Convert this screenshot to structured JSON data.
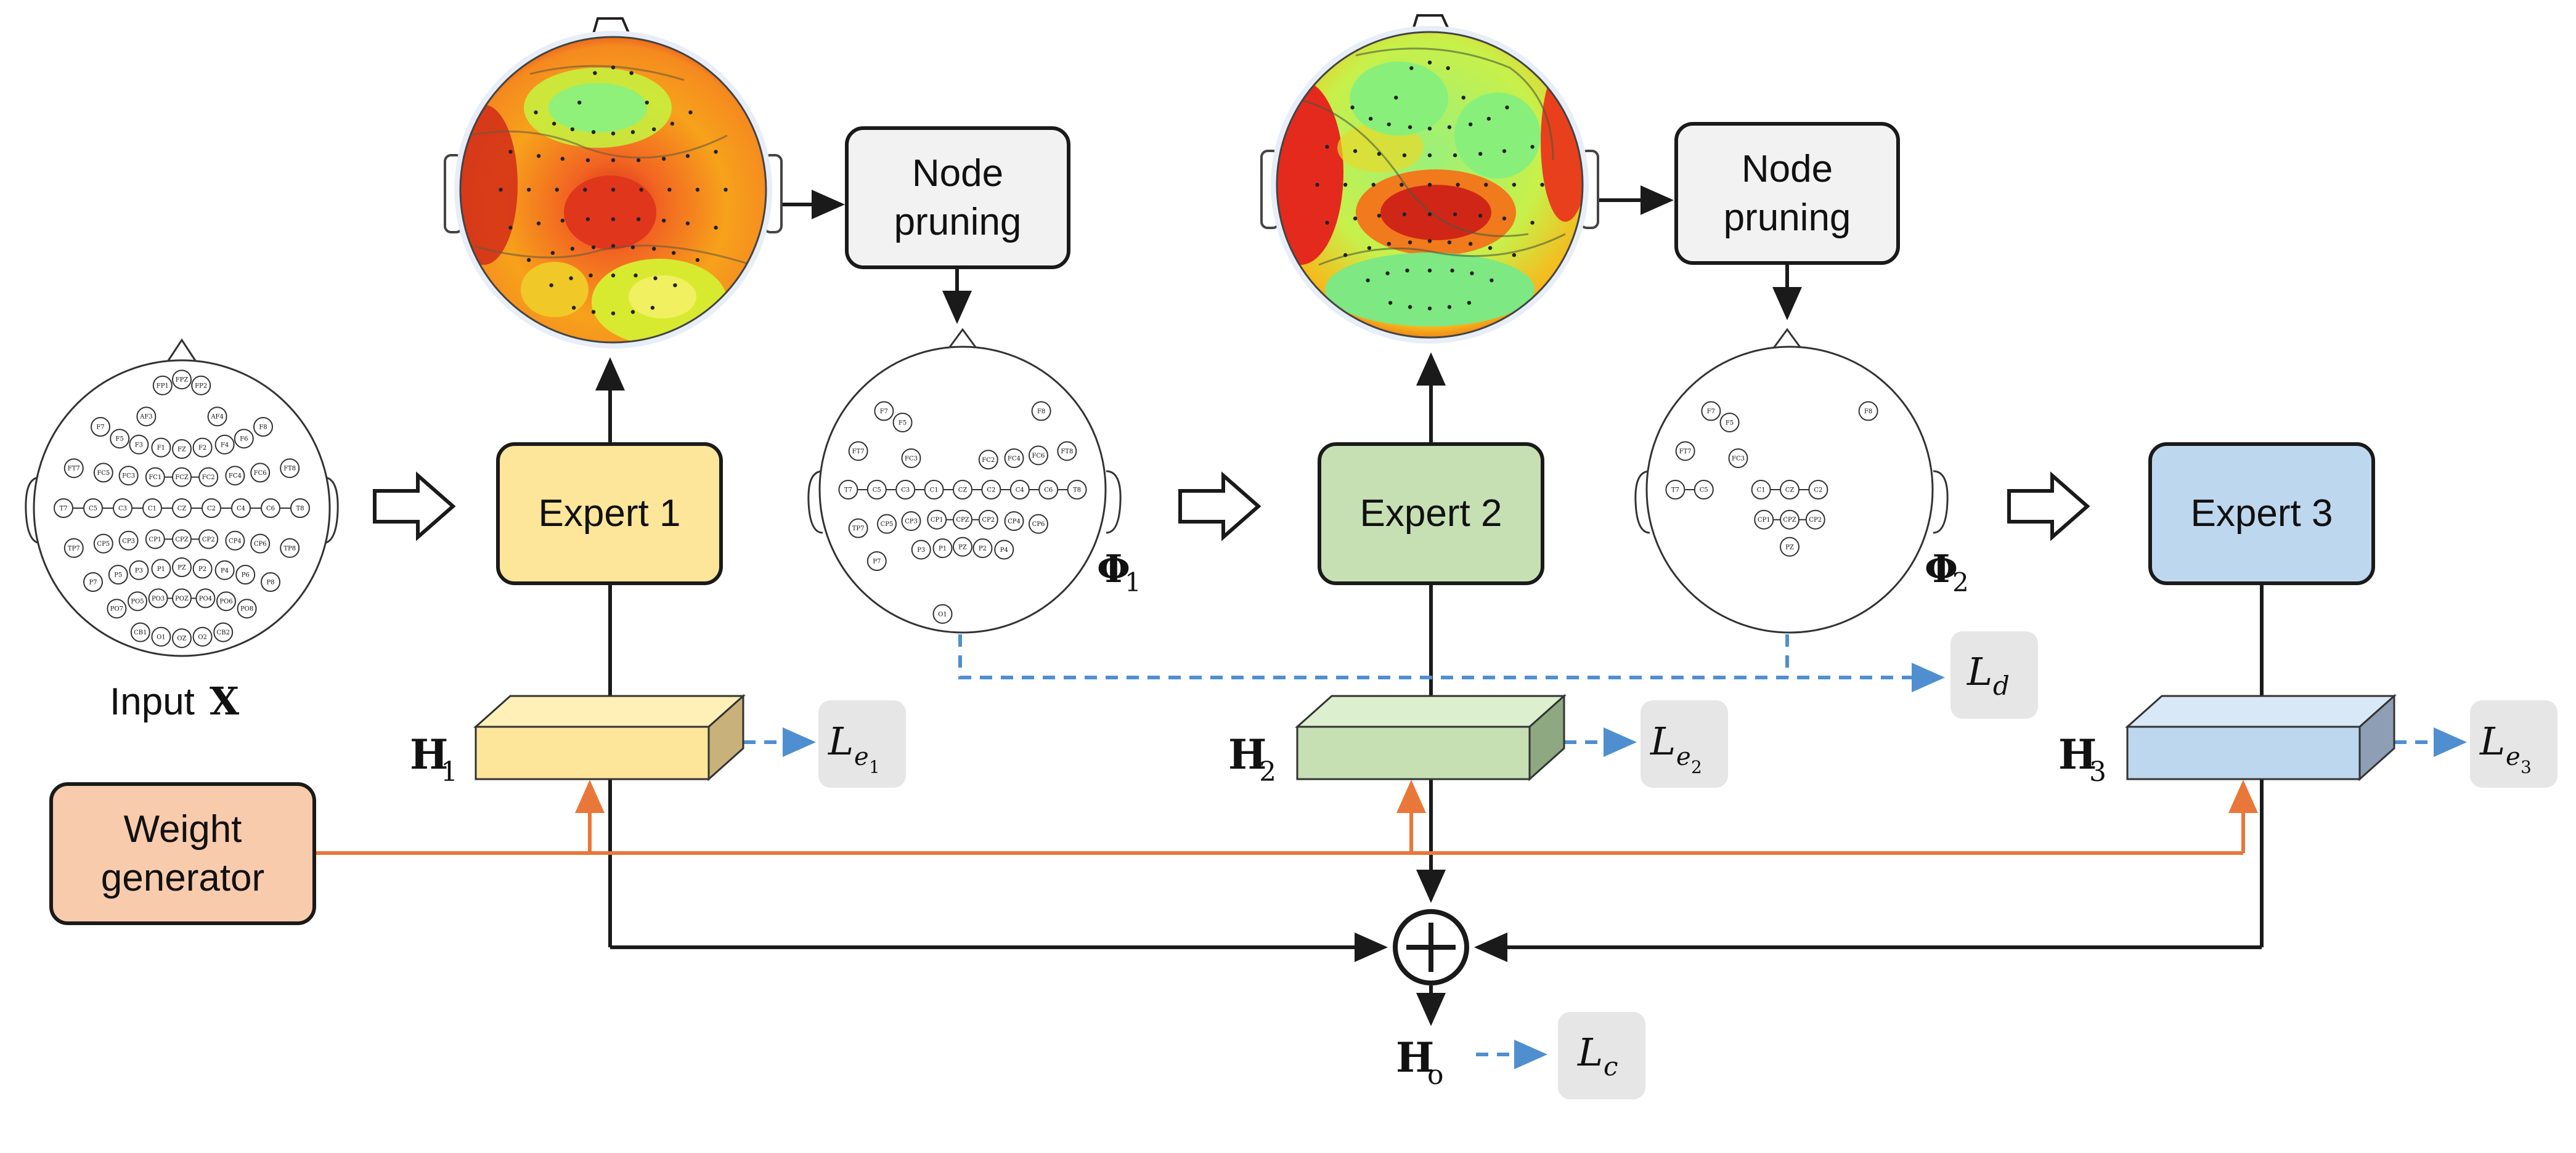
{
  "input": {
    "label": "Input",
    "symbol": "X"
  },
  "experts": [
    {
      "label": "Expert 1",
      "fill": "#fde59a"
    },
    {
      "label": "Expert 2",
      "fill": "#c6e0b4"
    },
    {
      "label": "Expert 3",
      "fill": "#bdd7ee"
    }
  ],
  "node_pruning": {
    "label_line1": "Node",
    "label_line2": "pruning"
  },
  "weight_generator": {
    "label_line1": "Weight",
    "label_line2": "generator",
    "fill": "#f8cbad"
  },
  "hidden": [
    {
      "symbol": "H",
      "sub": "1"
    },
    {
      "symbol": "H",
      "sub": "2"
    },
    {
      "symbol": "H",
      "sub": "3"
    },
    {
      "symbol": "H",
      "sub": "o"
    }
  ],
  "phi": [
    {
      "symbol": "Φ",
      "sub": "1"
    },
    {
      "symbol": "Φ",
      "sub": "2"
    }
  ],
  "losses": {
    "le1": {
      "symbol": "L",
      "sub": "e",
      "subsub": "1"
    },
    "le2": {
      "symbol": "L",
      "sub": "e",
      "subsub": "2"
    },
    "le3": {
      "symbol": "L",
      "sub": "e",
      "subsub": "3"
    },
    "ld": {
      "symbol": "L",
      "sub": "d"
    },
    "lc": {
      "symbol": "L",
      "sub": "c"
    }
  },
  "electrodes": {
    "full": [
      "FP1",
      "FPZ",
      "FP2",
      "AF3",
      "AF4",
      "F7",
      "F5",
      "F3",
      "F1",
      "FZ",
      "F2",
      "F4",
      "F6",
      "F8",
      "FT7",
      "FC5",
      "FC3",
      "FC1",
      "FCZ",
      "FC2",
      "FC4",
      "FC6",
      "FT8",
      "T7",
      "C5",
      "C3",
      "C1",
      "CZ",
      "C2",
      "C4",
      "C6",
      "T8",
      "TP7",
      "CP5",
      "CP3",
      "CP1",
      "CPZ",
      "CP2",
      "CP4",
      "CP6",
      "TP8",
      "P7",
      "P5",
      "P3",
      "P1",
      "PZ",
      "P2",
      "P4",
      "P6",
      "P8",
      "PO7",
      "PO5",
      "PO3",
      "POZ",
      "PO4",
      "PO6",
      "PO8",
      "CB1",
      "O1",
      "OZ",
      "O2",
      "CB2"
    ],
    "pruned1": [
      "F7",
      "F5",
      "F8",
      "FT7",
      "FC3",
      "FC2",
      "FC4",
      "FC6",
      "FT8",
      "T7",
      "C5",
      "C3",
      "C1",
      "CZ",
      "C2",
      "C4",
      "C6",
      "T8",
      "TP7",
      "CP5",
      "CP3",
      "CP1",
      "CPZ",
      "CP2",
      "CP4",
      "CP6",
      "P7",
      "P3",
      "P1",
      "PZ",
      "P2",
      "P4",
      "O1"
    ],
    "pruned2": [
      "F7",
      "F5",
      "FT7",
      "FC3",
      "F8",
      "T7",
      "C5",
      "C1",
      "CZ",
      "C2",
      "CP1",
      "CPZ",
      "CP2",
      "PZ"
    ]
  },
  "colors": {
    "orange_arrow": "#e9773a",
    "blue_dashed": "#4f8fd0",
    "loss_box": "#e6e6e6",
    "black": "#1a1a1a"
  }
}
